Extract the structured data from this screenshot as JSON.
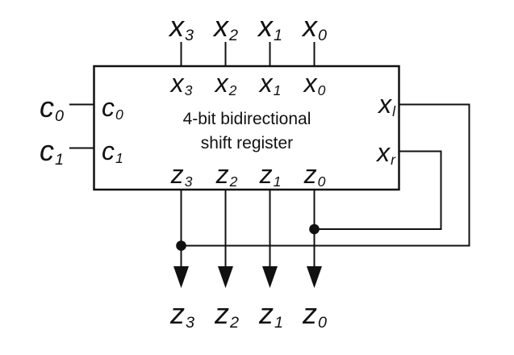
{
  "figure": {
    "title_line1": "4-bit bidirectional",
    "title_line2": "shift register",
    "colors": {
      "line": "#111111",
      "background": "#ffffff"
    }
  },
  "pins": {
    "top_external": [
      {
        "base": "x",
        "sub": "3"
      },
      {
        "base": "x",
        "sub": "2"
      },
      {
        "base": "x",
        "sub": "1"
      },
      {
        "base": "x",
        "sub": "0"
      }
    ],
    "top_internal": [
      {
        "base": "x",
        "sub": "3"
      },
      {
        "base": "x",
        "sub": "2"
      },
      {
        "base": "x",
        "sub": "1"
      },
      {
        "base": "x",
        "sub": "0"
      }
    ],
    "left_external": [
      {
        "base": "c",
        "sub": "0"
      },
      {
        "base": "c",
        "sub": "1"
      }
    ],
    "left_internal": [
      {
        "base": "c",
        "sub": "0"
      },
      {
        "base": "c",
        "sub": "1"
      }
    ],
    "right_internal": [
      {
        "base": "x",
        "sub": "l"
      },
      {
        "base": "x",
        "sub": "r"
      }
    ],
    "bottom_internal": [
      {
        "base": "z",
        "sub": "3"
      },
      {
        "base": "z",
        "sub": "2"
      },
      {
        "base": "z",
        "sub": "1"
      },
      {
        "base": "z",
        "sub": "0"
      }
    ],
    "bottom_external": [
      {
        "base": "z",
        "sub": "3"
      },
      {
        "base": "z",
        "sub": "2"
      },
      {
        "base": "z",
        "sub": "1"
      },
      {
        "base": "z",
        "sub": "0"
      }
    ]
  }
}
